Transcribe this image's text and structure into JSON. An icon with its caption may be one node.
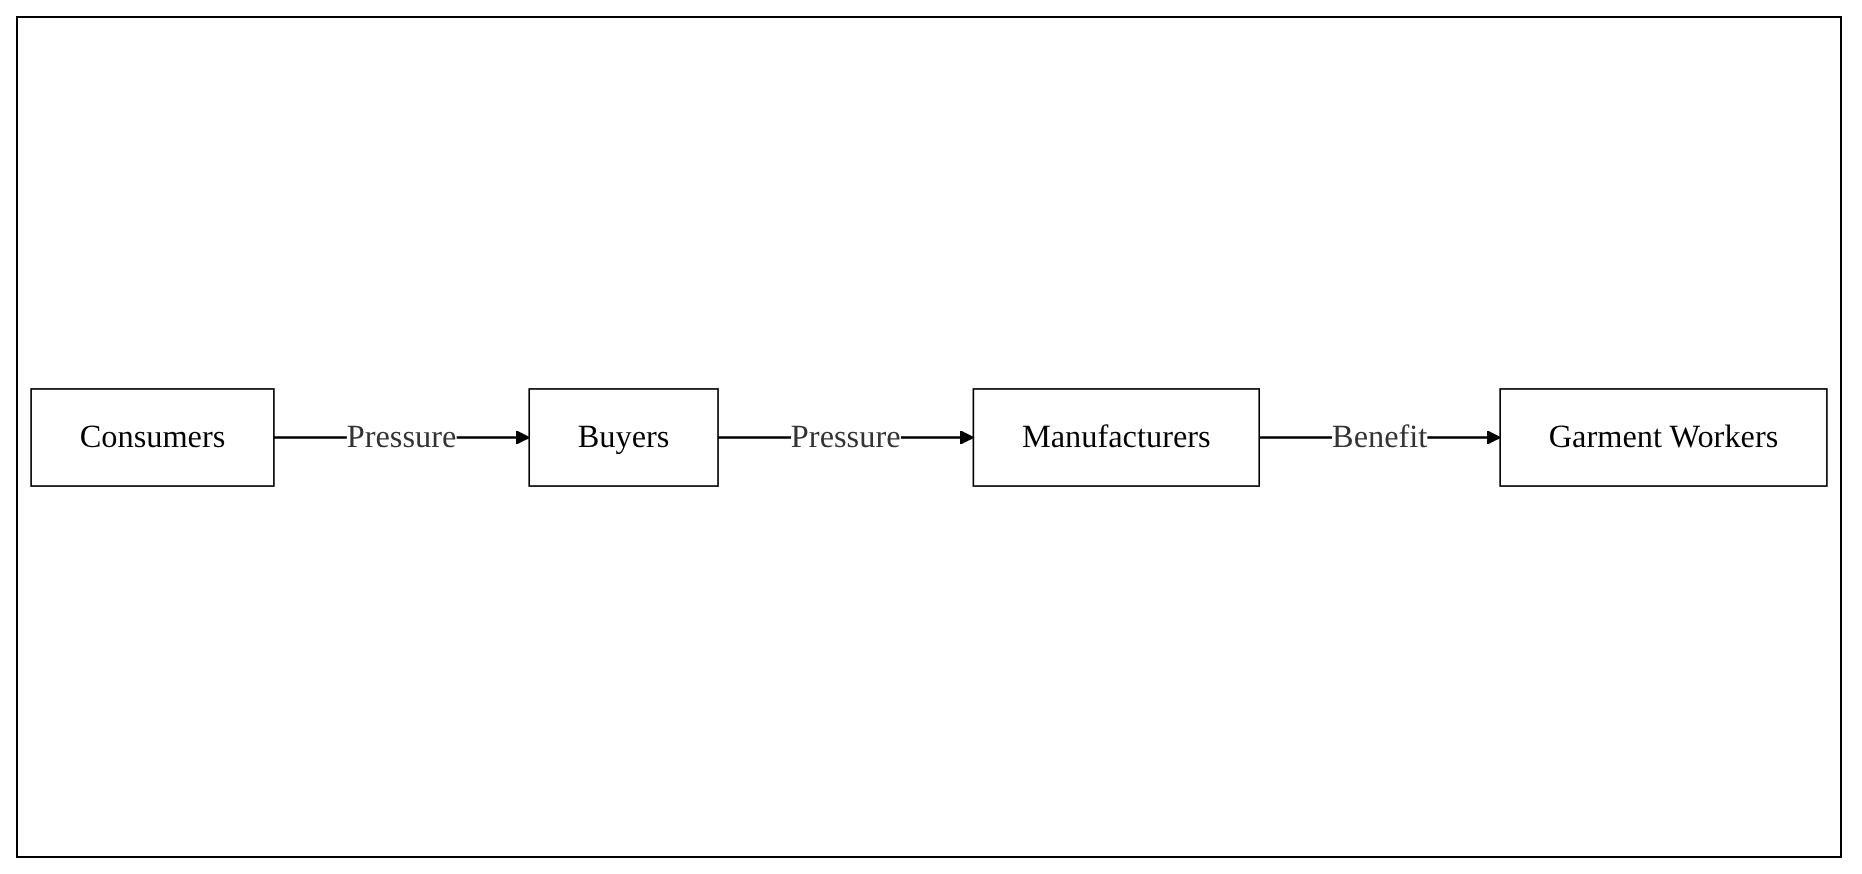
{
  "diagram": {
    "nodes": [
      {
        "text": [
          "Consumers"
        ]
      },
      {
        "text": [
          "Buyers"
        ]
      },
      {
        "text": [
          "Manufacturers"
        ]
      },
      {
        "text": [
          "Garment Workers"
        ]
      }
    ],
    "edges": [
      {
        "from": 0,
        "to": 1,
        "arrow": "to",
        "label": "Pressure"
      },
      {
        "from": 1,
        "to": 2,
        "arrow": "to",
        "label": "Pressure"
      },
      {
        "from": 2,
        "to": 3,
        "arrow": "to",
        "label": "Benefit"
      }
    ]
  }
}
